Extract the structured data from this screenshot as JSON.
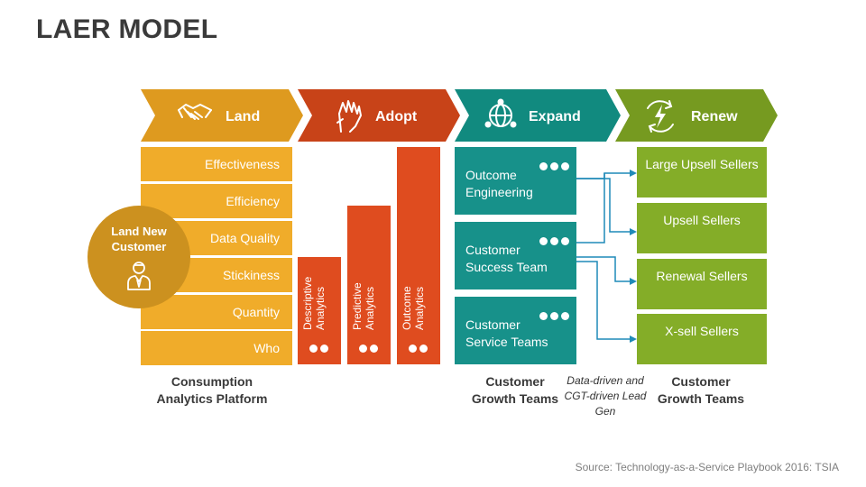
{
  "title": "LAER MODEL",
  "colors": {
    "land": "#de9a1f",
    "land_light": "#f0ac2a",
    "adopt": "#c84318",
    "adopt_light": "#df4c1f",
    "expand": "#118a7f",
    "renew": "#769a20",
    "connector": "#1f8ab8"
  },
  "phases": [
    {
      "label": "Land",
      "icon": "handshake-icon"
    },
    {
      "label": "Adopt",
      "icon": "raised-fist-icon"
    },
    {
      "label": "Expand",
      "icon": "globe-network-icon"
    },
    {
      "label": "Renew",
      "icon": "renew-energy-icon"
    }
  ],
  "land": {
    "rows": [
      "Effectiveness",
      "Efficiency",
      "Data Quality",
      "Stickiness",
      "Quantity",
      "Who"
    ],
    "circle_text": "Land New Customer",
    "circle_icon": "customer-icon"
  },
  "adopt": {
    "bars": [
      "Descriptive Analytics",
      "Predictive Analytics",
      "Outcome Analytics"
    ]
  },
  "expand": {
    "boxes": [
      "Outcome Engineering",
      "Customer Success Team",
      "Customer Service Teams"
    ]
  },
  "renew": {
    "boxes": [
      "Large Upsell Sellers",
      "Upsell Sellers",
      "Renewal Sellers",
      "X-sell Sellers"
    ]
  },
  "captions": {
    "land": "Consumption Analytics Platform",
    "expand": "Customer Growth Teams",
    "middle": "Data-driven and CGT-driven Lead Gen",
    "renew": "Customer Growth Teams"
  },
  "source": "Source: Technology-as-a-Service Playbook 2016: TSIA"
}
